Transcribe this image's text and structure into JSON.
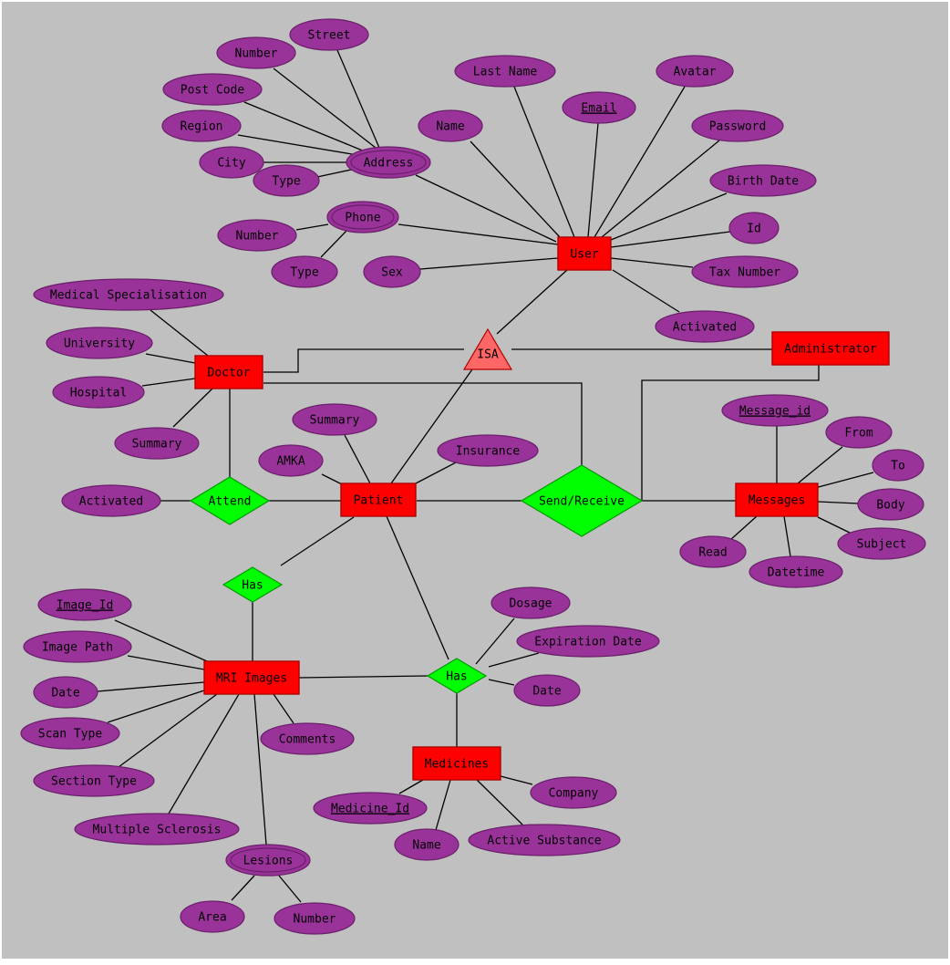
{
  "colors": {
    "background": "#c0c0c0",
    "entity_fill": "#ff0000",
    "entity_stroke": "#b00000",
    "attribute_fill": "#993399",
    "attribute_stroke": "#6a1f6a",
    "relationship_fill": "#00ff00",
    "relationship_stroke": "#009900",
    "isa_fill": "#ff6666",
    "line": "#000000"
  },
  "entities": [
    {
      "id": "user",
      "label": "User"
    },
    {
      "id": "administrator",
      "label": "Administrator"
    },
    {
      "id": "doctor",
      "label": "Doctor"
    },
    {
      "id": "patient",
      "label": "Patient"
    },
    {
      "id": "messages",
      "label": "Messages"
    },
    {
      "id": "mri",
      "label": "MRI Images"
    },
    {
      "id": "medicines",
      "label": "Medicines"
    }
  ],
  "relationships": [
    {
      "id": "isa",
      "label": "ISA",
      "kind": "triangle"
    },
    {
      "id": "attend",
      "label": "Attend"
    },
    {
      "id": "send_receive",
      "label": "Send/Receive"
    },
    {
      "id": "has_mri",
      "label": "Has"
    },
    {
      "id": "has_med",
      "label": "Has"
    }
  ],
  "attributes": [
    {
      "id": "user_street",
      "label": "Street"
    },
    {
      "id": "user_addr_number",
      "label": "Number"
    },
    {
      "id": "user_postcode",
      "label": "Post Code"
    },
    {
      "id": "user_region",
      "label": "Region"
    },
    {
      "id": "user_city",
      "label": "City"
    },
    {
      "id": "user_addr_type",
      "label": "Type"
    },
    {
      "id": "user_address",
      "label": "Address",
      "multivalued": true
    },
    {
      "id": "user_phone",
      "label": "Phone",
      "multivalued": true
    },
    {
      "id": "user_phone_number",
      "label": "Number"
    },
    {
      "id": "user_phone_type",
      "label": "Type"
    },
    {
      "id": "user_sex",
      "label": "Sex"
    },
    {
      "id": "user_name",
      "label": "Name"
    },
    {
      "id": "user_lastname",
      "label": "Last Name"
    },
    {
      "id": "user_email",
      "label": "Email",
      "key": true
    },
    {
      "id": "user_avatar",
      "label": "Avatar"
    },
    {
      "id": "user_password",
      "label": "Password"
    },
    {
      "id": "user_birthdate",
      "label": "Birth Date"
    },
    {
      "id": "user_id",
      "label": "Id"
    },
    {
      "id": "user_taxnumber",
      "label": "Tax Number"
    },
    {
      "id": "user_activated",
      "label": "Activated"
    },
    {
      "id": "doc_specialisation",
      "label": "Medical Specialisation"
    },
    {
      "id": "doc_university",
      "label": "University"
    },
    {
      "id": "doc_hospital",
      "label": "Hospital"
    },
    {
      "id": "doc_summary",
      "label": "Summary"
    },
    {
      "id": "attend_activated",
      "label": "Activated"
    },
    {
      "id": "pat_summary",
      "label": "Summary"
    },
    {
      "id": "pat_amka",
      "label": "AMKA"
    },
    {
      "id": "pat_insurance",
      "label": "Insurance"
    },
    {
      "id": "msg_id",
      "label": "Message_id",
      "key": true
    },
    {
      "id": "msg_from",
      "label": "From"
    },
    {
      "id": "msg_to",
      "label": "To"
    },
    {
      "id": "msg_body",
      "label": "Body"
    },
    {
      "id": "msg_subject",
      "label": "Subject"
    },
    {
      "id": "msg_datetime",
      "label": "Datetime"
    },
    {
      "id": "msg_read",
      "label": "Read"
    },
    {
      "id": "mri_image_id",
      "label": "Image_Id",
      "key": true
    },
    {
      "id": "mri_image_path",
      "label": "Image Path"
    },
    {
      "id": "mri_date",
      "label": "Date"
    },
    {
      "id": "mri_scan_type",
      "label": "Scan Type"
    },
    {
      "id": "mri_section_type",
      "label": "Section Type"
    },
    {
      "id": "mri_ms",
      "label": "Multiple Sclerosis"
    },
    {
      "id": "mri_comments",
      "label": "Comments"
    },
    {
      "id": "mri_lesions",
      "label": "Lesions",
      "multivalued": true
    },
    {
      "id": "les_area",
      "label": "Area"
    },
    {
      "id": "les_number",
      "label": "Number"
    },
    {
      "id": "has_dosage",
      "label": "Dosage"
    },
    {
      "id": "has_expiration",
      "label": "Expiration Date"
    },
    {
      "id": "has_date",
      "label": "Date"
    },
    {
      "id": "med_id",
      "label": "Medicine_Id",
      "key": true
    },
    {
      "id": "med_name",
      "label": "Name"
    },
    {
      "id": "med_active",
      "label": "Active Substance"
    },
    {
      "id": "med_company",
      "label": "Company"
    }
  ]
}
